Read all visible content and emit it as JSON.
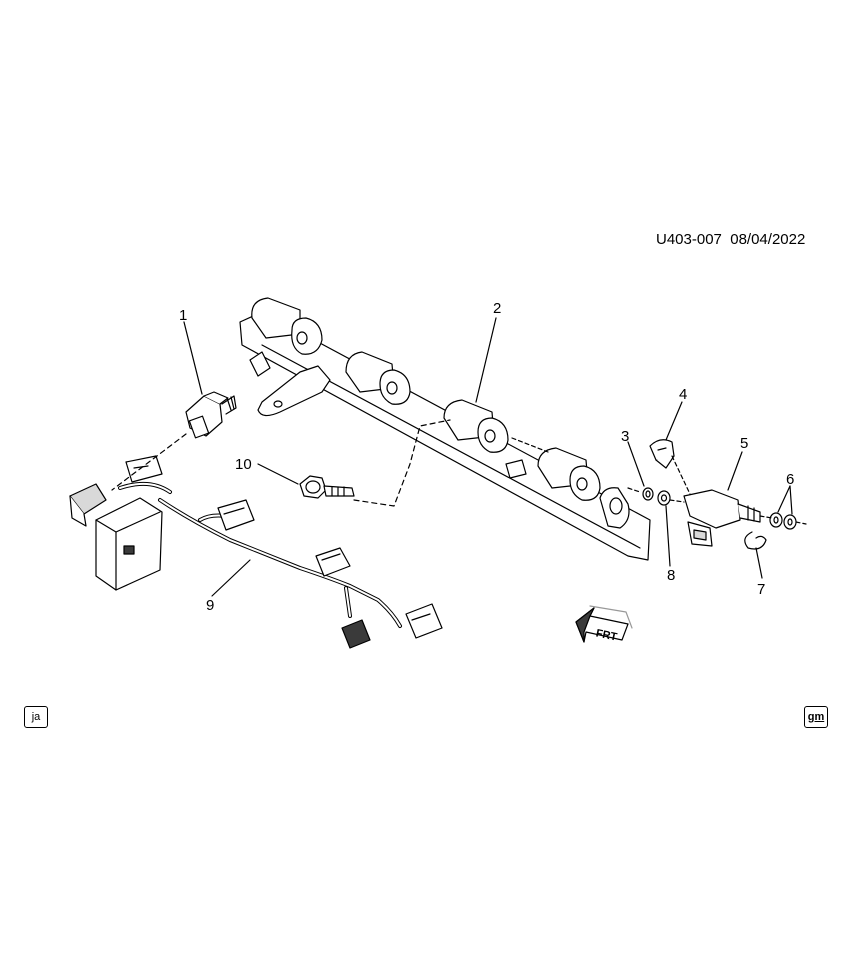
{
  "reference": {
    "code": "U403-007",
    "date": "08/04/2022"
  },
  "callouts": [
    "1",
    "2",
    "3",
    "4",
    "5",
    "6",
    "7",
    "8",
    "9",
    "10"
  ],
  "direction_label": "FRT",
  "badges": {
    "left": "ja",
    "right": "gm"
  },
  "colors": {
    "line": "#000000",
    "fill": "#ffffff",
    "shade": "#d9d9d9",
    "dark": "#3a3a3a"
  }
}
